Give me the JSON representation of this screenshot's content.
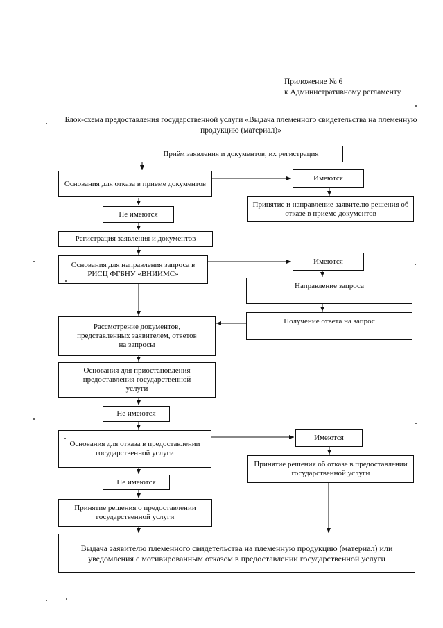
{
  "header": {
    "appendix_line1": "Приложение № 6",
    "appendix_line2": "к Административному регламенту"
  },
  "title": "Блок-схема предоставления государственной услуги «Выдача племенного свидетельства на племенную продукцию (материал)»",
  "nodes": {
    "n1": "Приём заявления и документов, их регистрация",
    "n2": "Основания для отказа в приеме документов",
    "n3": "Имеются",
    "n4": "Принятие и направление заявителю решения об отказе в приеме документов",
    "n5": "Не имеются",
    "n6": "Регистрация заявления и документов",
    "n7": "Основания для направления запроса в РИСЦ ФГБНУ «ВНИИМС»",
    "n8": "Имеются",
    "n9": "Направление запроса",
    "n10": "Получение ответа на запрос",
    "n11": "Рассмотрение документов, представленных заявителем, ответов на запросы",
    "n12": "Основания для приостановления предоставления государственной услуги",
    "n13": "Не имеются",
    "n14": "Основания для отказа в предоставлении государственной услуги",
    "n15": "Имеются",
    "n16": "Принятие решения об отказе в предоставлении государственной услуги",
    "n17": "Не имеются",
    "n18": "Принятие решения о предоставлении государственной услуги",
    "n19": "Выдача заявителю племенного свидетельства на племенную продукцию (материал) или уведомления с мотивированным отказом в предоставлении государственной услуги"
  }
}
